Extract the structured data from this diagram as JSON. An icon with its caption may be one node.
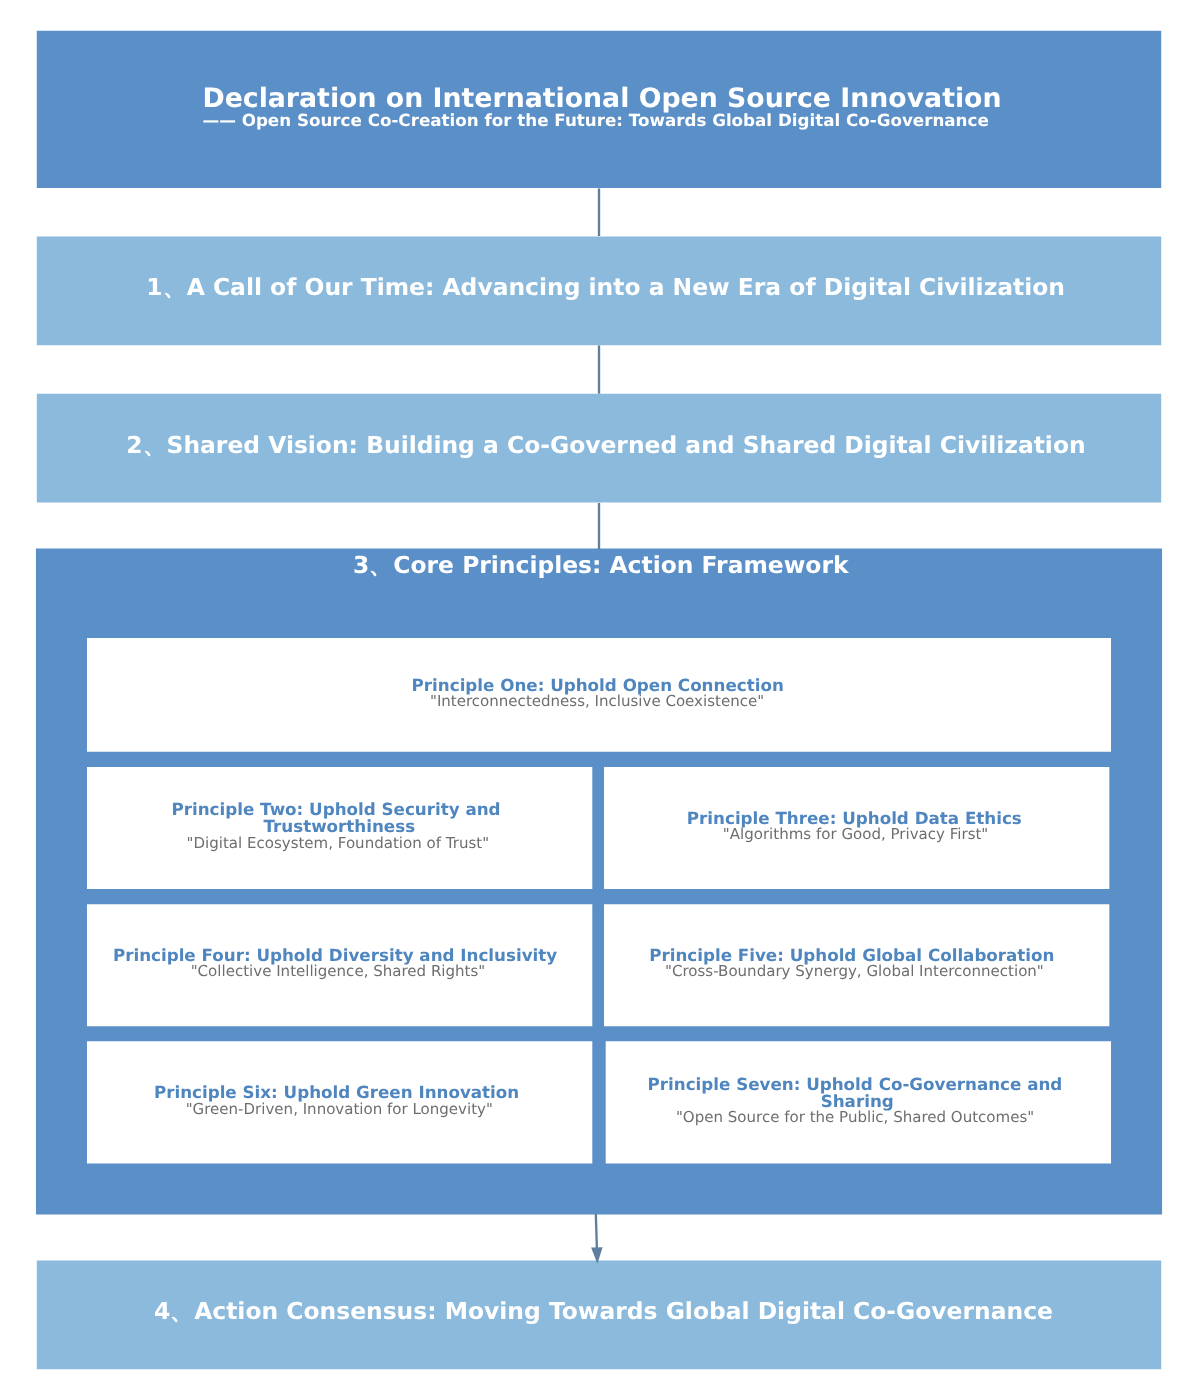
{
  "diagram": {
    "nodes": [
      {
        "text": [
          "Declaration on International Open Source Innovation",
          "—— Open Source Co-Creation for the Future: Towards Global Digital Co-Governance"
        ]
      },
      {
        "text": [
          "1、A Call of Our Time: Advancing into a New Era of Digital Civilization"
        ]
      },
      {
        "text": [
          "2、Shared Vision: Building a Co-Governed and Shared Digital Civilization"
        ]
      },
      {
        "text": [
          "3、Core Principles: Action Framework"
        ]
      },
      {
        "text": [
          "Principle One: Uphold Open Connection",
          "\"Interconnectedness, Inclusive Coexistence\""
        ],
        "in": 3
      },
      {
        "text": [
          "Principle Two: Uphold Security and Trustworthiness",
          "\"Digital Ecosystem, Foundation of Trust\""
        ],
        "in": 3
      },
      {
        "text": [
          "Principle Three: Uphold Data Ethics",
          "\"Algorithms for Good, Privacy First\""
        ],
        "in": 3
      },
      {
        "text": [
          "Principle Four: Uphold Diversity and Inclusivity",
          "\"Collective Intelligence, Shared Rights\""
        ],
        "in": 3
      },
      {
        "text": [
          "Principle Five: Uphold Global Collaboration",
          "\"Cross-Boundary Synergy, Global Interconnection\""
        ],
        "in": 3
      },
      {
        "text": [
          "Principle Six: Uphold Green Innovation",
          "\"Green-Driven, Innovation for Longevity\""
        ],
        "in": 3
      },
      {
        "text": [
          "Principle Seven: Uphold Co-Governance and Sharing",
          "\"Open Source for the Public, Shared Outcomes\""
        ],
        "in": 3
      },
      {
        "text": [
          "4、Action Consensus: Moving Towards Global Digital Co-Governance"
        ]
      }
    ],
    "edges": [
      {
        "from": 0,
        "to": 1,
        "arrow": "none"
      },
      {
        "from": 1,
        "to": 2,
        "arrow": "none"
      },
      {
        "from": 2,
        "to": 3,
        "arrow": "none"
      },
      {
        "from": 3,
        "to": 11,
        "arrow": "to"
      }
    ]
  }
}
